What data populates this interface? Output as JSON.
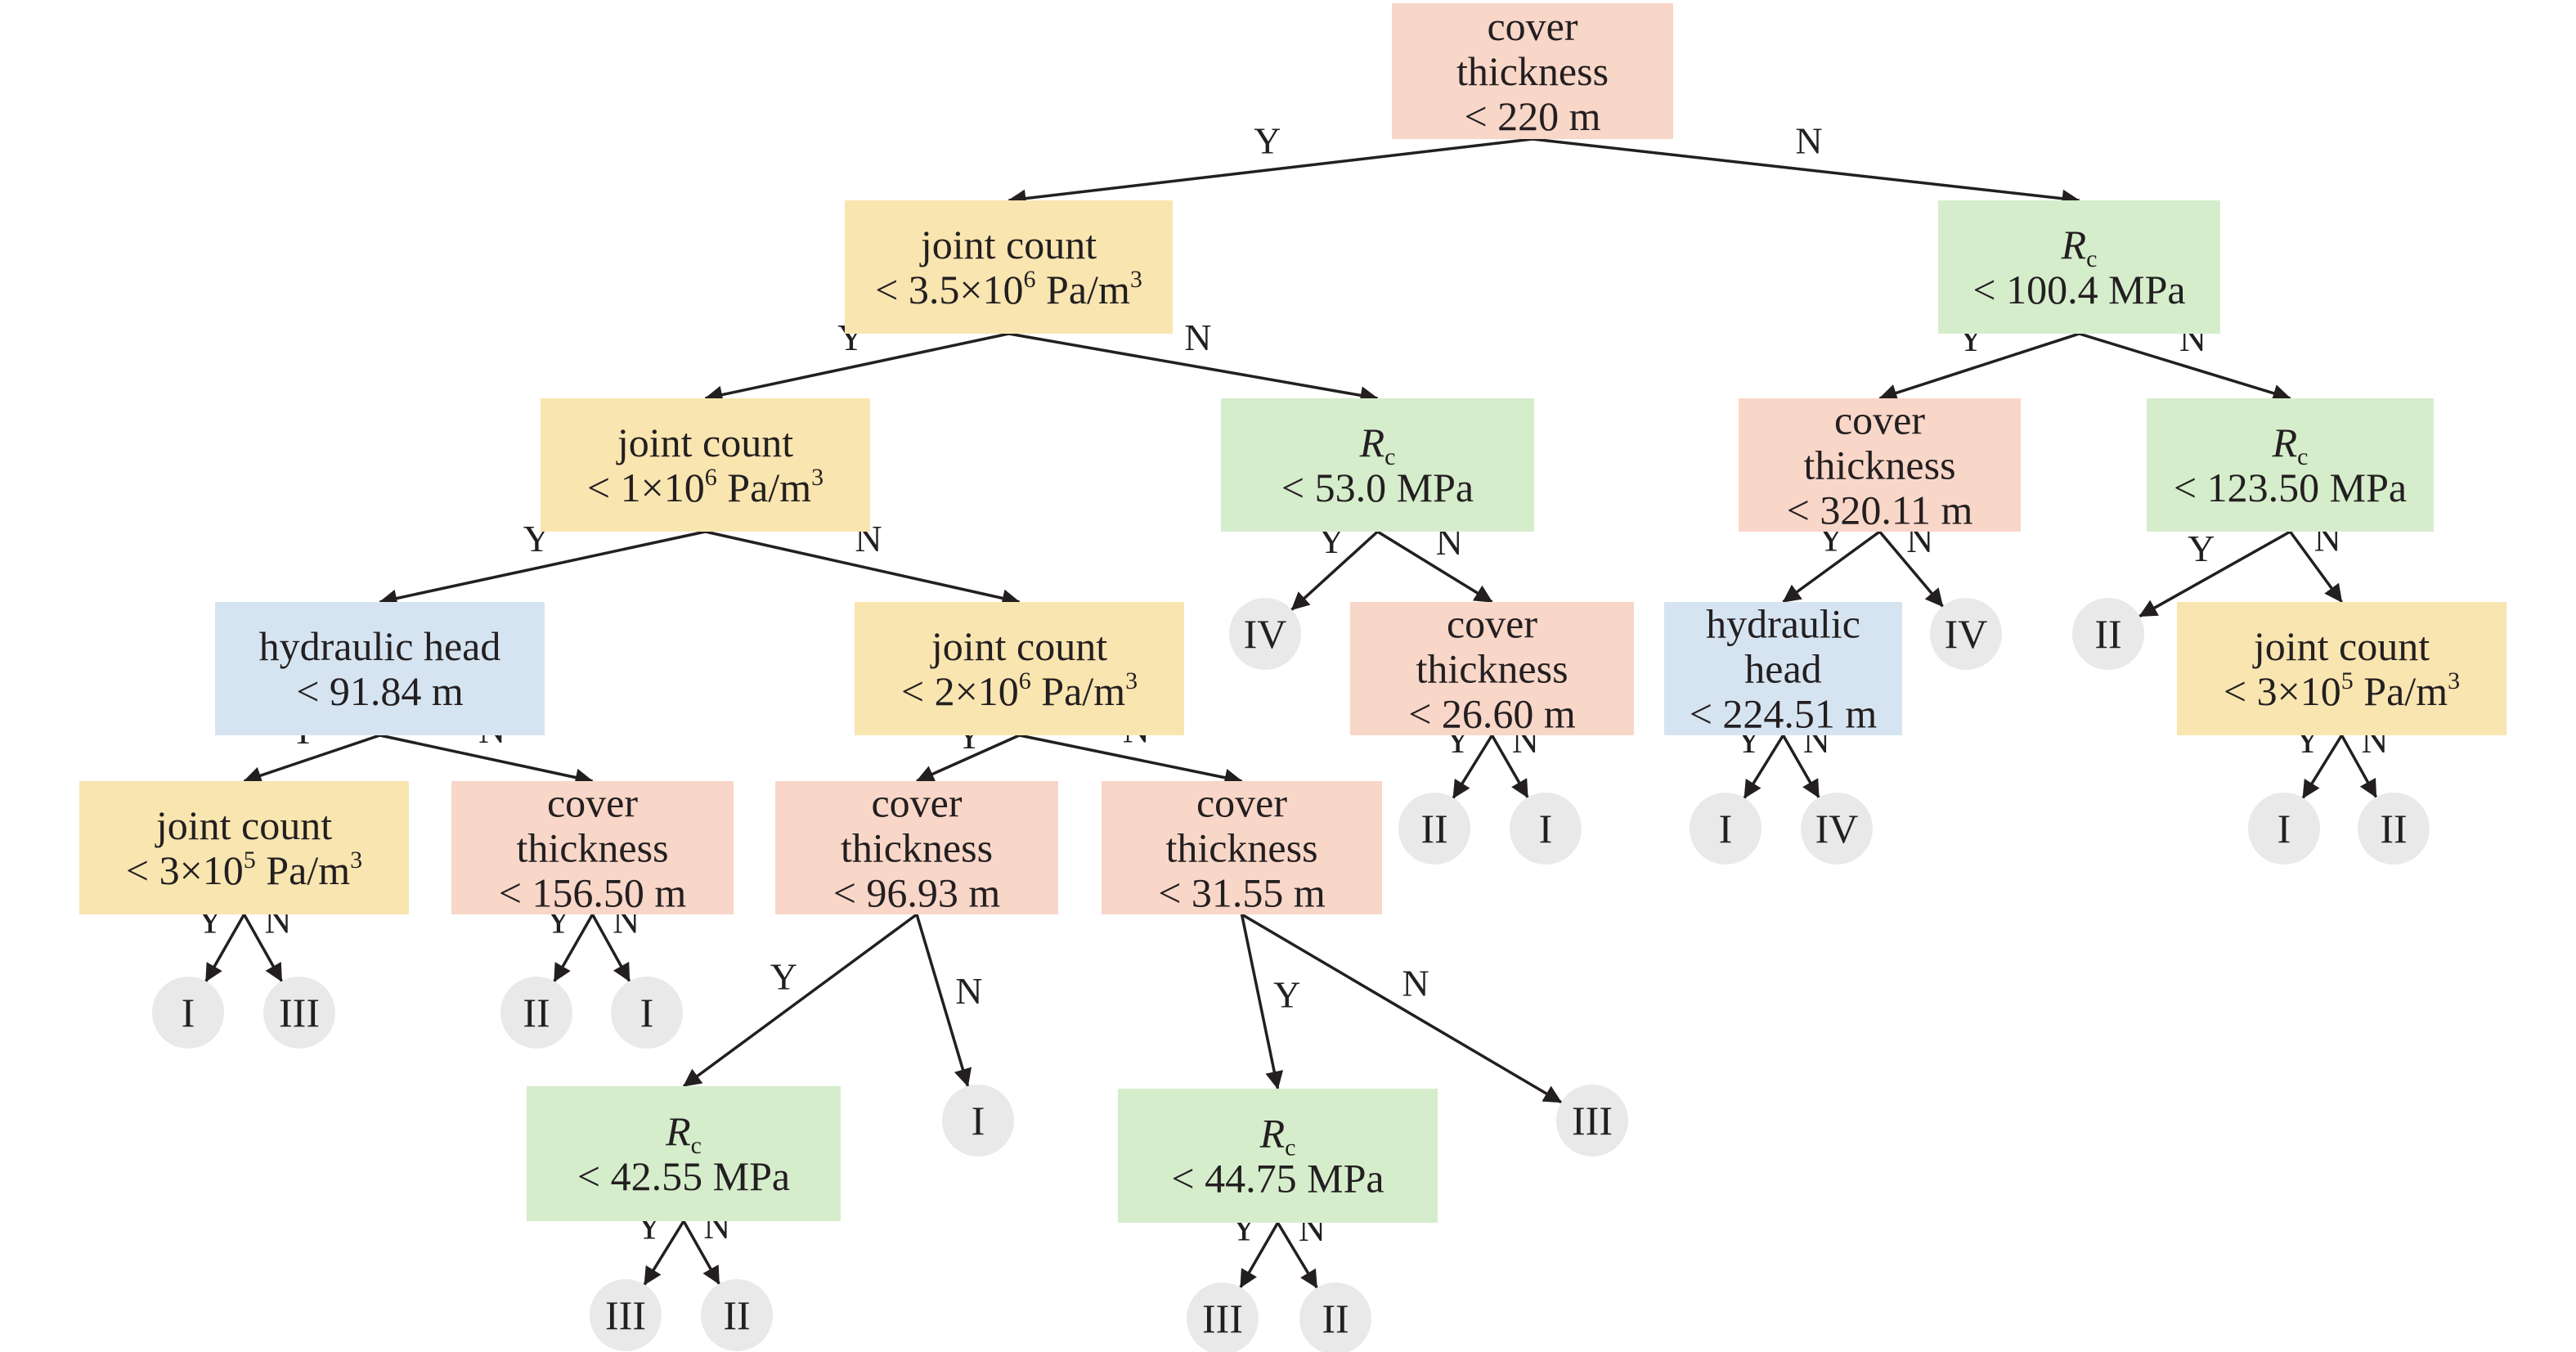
{
  "colors": {
    "cover_thickness": "#f8d6c8",
    "joint_count": "#f9e5b0",
    "rc": "#d6edcc",
    "hydraulic_head": "#d6e4f1",
    "leaf": "#e9e9e9",
    "edge": "#231f20",
    "text": "#231f20"
  },
  "edge_labels": {
    "yes": "Y",
    "no": "N"
  },
  "nodes": {
    "n1": {
      "kind": "cover_thickness",
      "lines": [
        {
          "t": "cover"
        },
        {
          "t": "thickness"
        },
        {
          "t": "< 220 m"
        }
      ]
    },
    "n2": {
      "kind": "joint_count",
      "lines": [
        {
          "t": "joint count"
        },
        {
          "t": "< 3.5×10",
          "sup": "6",
          "after": " Pa/m",
          "sup2": "3"
        }
      ]
    },
    "n3": {
      "kind": "rc",
      "lines": [
        {
          "italic": "R",
          "sub": "c"
        },
        {
          "t": "< 100.4 MPa"
        }
      ]
    },
    "n4": {
      "kind": "joint_count",
      "lines": [
        {
          "t": "joint count"
        },
        {
          "t": "< 1×10",
          "sup": "6",
          "after": " Pa/m",
          "sup2": "3"
        }
      ]
    },
    "n5": {
      "kind": "rc",
      "lines": [
        {
          "italic": "R",
          "sub": "c"
        },
        {
          "t": "< 53.0 MPa"
        }
      ]
    },
    "n6": {
      "kind": "cover_thickness",
      "lines": [
        {
          "t": "cover"
        },
        {
          "t": "thickness"
        },
        {
          "t": "< 320.11 m"
        }
      ]
    },
    "n7": {
      "kind": "rc",
      "lines": [
        {
          "italic": "R",
          "sub": "c"
        },
        {
          "t": "< 123.50 MPa"
        }
      ]
    },
    "n8": {
      "kind": "hydraulic_head",
      "lines": [
        {
          "t": "hydraulic head"
        },
        {
          "t": "< 91.84 m"
        }
      ]
    },
    "n9": {
      "kind": "joint_count",
      "lines": [
        {
          "t": "joint count"
        },
        {
          "t": "< 2×10",
          "sup": "6",
          "after": " Pa/m",
          "sup2": "3"
        }
      ]
    },
    "n10": {
      "kind": "cover_thickness",
      "lines": [
        {
          "t": "cover"
        },
        {
          "t": "thickness"
        },
        {
          "t": "< 26.60 m"
        }
      ]
    },
    "n11": {
      "kind": "hydraulic_head",
      "lines": [
        {
          "t": "hydraulic"
        },
        {
          "t": "head"
        },
        {
          "t": "< 224.51 m"
        }
      ]
    },
    "n12": {
      "kind": "joint_count",
      "lines": [
        {
          "t": "joint count"
        },
        {
          "t": "< 3×10",
          "sup": "5",
          "after": " Pa/m",
          "sup2": "3"
        }
      ]
    },
    "n13": {
      "kind": "joint_count",
      "lines": [
        {
          "t": "joint count"
        },
        {
          "t": "< 3×10",
          "sup": "5",
          "after": " Pa/m",
          "sup2": "3"
        }
      ]
    },
    "n14": {
      "kind": "cover_thickness",
      "lines": [
        {
          "t": "cover"
        },
        {
          "t": "thickness"
        },
        {
          "t": "< 156.50 m"
        }
      ]
    },
    "n15": {
      "kind": "cover_thickness",
      "lines": [
        {
          "t": "cover"
        },
        {
          "t": "thickness"
        },
        {
          "t": "< 96.93 m"
        }
      ]
    },
    "n16": {
      "kind": "cover_thickness",
      "lines": [
        {
          "t": "cover"
        },
        {
          "t": "thickness"
        },
        {
          "t": "< 31.55 m"
        }
      ]
    },
    "n17": {
      "kind": "rc",
      "lines": [
        {
          "italic": "R",
          "sub": "c"
        },
        {
          "t": "< 42.55 MPa"
        }
      ]
    },
    "n18": {
      "kind": "rc",
      "lines": [
        {
          "italic": "R",
          "sub": "c"
        },
        {
          "t": "< 44.75 MPa"
        }
      ]
    }
  },
  "leaves": {
    "L1": "IV",
    "L2": "IV",
    "L3": "II",
    "L4": "II",
    "L5": "I",
    "L6": "I",
    "L7": "IV",
    "L8": "I",
    "L9": "II",
    "L10": "I",
    "L11": "III",
    "L12": "II",
    "L13": "I",
    "L14": "I",
    "L15": "III",
    "L16": "III",
    "L17": "II",
    "L18": "III",
    "L19": "II"
  },
  "edges": [
    {
      "from": "n1",
      "to": "n2",
      "label": "Y"
    },
    {
      "from": "n1",
      "to": "n3",
      "label": "N"
    },
    {
      "from": "n2",
      "to": "n4",
      "label": "Y"
    },
    {
      "from": "n2",
      "to": "n5",
      "label": "N"
    },
    {
      "from": "n3",
      "to": "n6",
      "label": "Y"
    },
    {
      "from": "n3",
      "to": "n7",
      "label": "N"
    },
    {
      "from": "n4",
      "to": "n8",
      "label": "Y"
    },
    {
      "from": "n4",
      "to": "n9",
      "label": "N"
    },
    {
      "from": "n5",
      "to": "L1",
      "label": "Y"
    },
    {
      "from": "n5",
      "to": "n10",
      "label": "N"
    },
    {
      "from": "n6",
      "to": "n11",
      "label": "Y"
    },
    {
      "from": "n6",
      "to": "L2",
      "label": "N"
    },
    {
      "from": "n7",
      "to": "L3",
      "label": "Y"
    },
    {
      "from": "n7",
      "to": "n12",
      "label": "N"
    },
    {
      "from": "n8",
      "to": "n13",
      "label": "Y"
    },
    {
      "from": "n8",
      "to": "n14",
      "label": "N"
    },
    {
      "from": "n9",
      "to": "n15",
      "label": "Y"
    },
    {
      "from": "n9",
      "to": "n16",
      "label": "N"
    },
    {
      "from": "n10",
      "to": "L4",
      "label": "Y"
    },
    {
      "from": "n10",
      "to": "L5",
      "label": "N"
    },
    {
      "from": "n11",
      "to": "L6",
      "label": "Y"
    },
    {
      "from": "n11",
      "to": "L7",
      "label": "N"
    },
    {
      "from": "n12",
      "to": "L8",
      "label": "Y"
    },
    {
      "from": "n12",
      "to": "L9",
      "label": "N"
    },
    {
      "from": "n13",
      "to": "L10",
      "label": "Y"
    },
    {
      "from": "n13",
      "to": "L11",
      "label": "N"
    },
    {
      "from": "n14",
      "to": "L12",
      "label": "Y"
    },
    {
      "from": "n14",
      "to": "L13",
      "label": "N"
    },
    {
      "from": "n15",
      "to": "n17",
      "label": "Y"
    },
    {
      "from": "n15",
      "to": "L14",
      "label": "N"
    },
    {
      "from": "n16",
      "to": "n18",
      "label": "Y"
    },
    {
      "from": "n16",
      "to": "L15",
      "label": "N"
    },
    {
      "from": "n17",
      "to": "L16",
      "label": "Y"
    },
    {
      "from": "n17",
      "to": "L17",
      "label": "N"
    },
    {
      "from": "n18",
      "to": "L18",
      "label": "Y"
    },
    {
      "from": "n18",
      "to": "L19",
      "label": "N"
    }
  ]
}
